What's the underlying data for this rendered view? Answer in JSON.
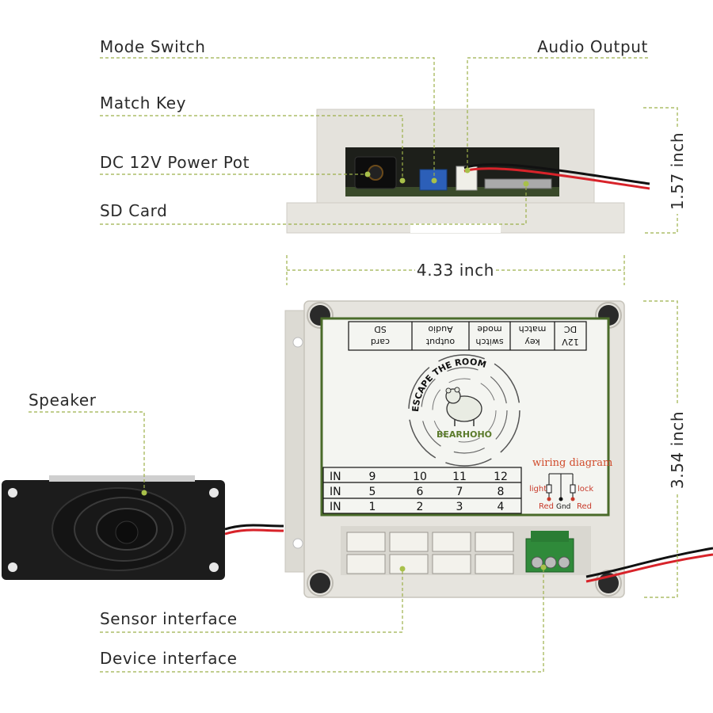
{
  "callouts": {
    "mode_switch": "Mode Switch",
    "audio_output": "Audio Output",
    "match_key": "Match Key",
    "dc_power": "DC 12V Power Pot",
    "sd_card": "SD Card",
    "speaker": "Speaker",
    "sensor_interface": "Sensor interface",
    "device_interface": "Device interface"
  },
  "dimensions": {
    "height_top": "1.57 inch",
    "width": "4.33 inch",
    "height_board": "3.54 inch"
  },
  "panel_header": [
    "DC 12V",
    "match key",
    "mode switch",
    "Audio output",
    "SD card"
  ],
  "panel_header_cells": {
    "dc_a": "12V",
    "dc_b": "DC",
    "match_a": "key",
    "match_b": "match",
    "mode_a": "switch",
    "mode_b": "mode",
    "audio_a": "output",
    "audio_b": "Audio",
    "sd_a": "card",
    "sd_b": "SD"
  },
  "logo": {
    "arc_text": "ESCAPE THE ROOM",
    "brand": "BEARHOHO"
  },
  "input_table": {
    "row_label": "IN",
    "rows": [
      [
        "9",
        "10",
        "11",
        "12"
      ],
      [
        "5",
        "6",
        "7",
        "8"
      ],
      [
        "1",
        "2",
        "3",
        "4"
      ]
    ]
  },
  "wiring": {
    "title": "wiring diagram",
    "light": "light",
    "lock": "lock",
    "red_left": "Red",
    "gnd": "Gnd",
    "red_right": "Red"
  },
  "colors": {
    "accent_leader": "#9cb04a",
    "board_green": "#4a6b2a",
    "terminal_green": "#2f8a3a",
    "wire_red": "#d8232a"
  }
}
